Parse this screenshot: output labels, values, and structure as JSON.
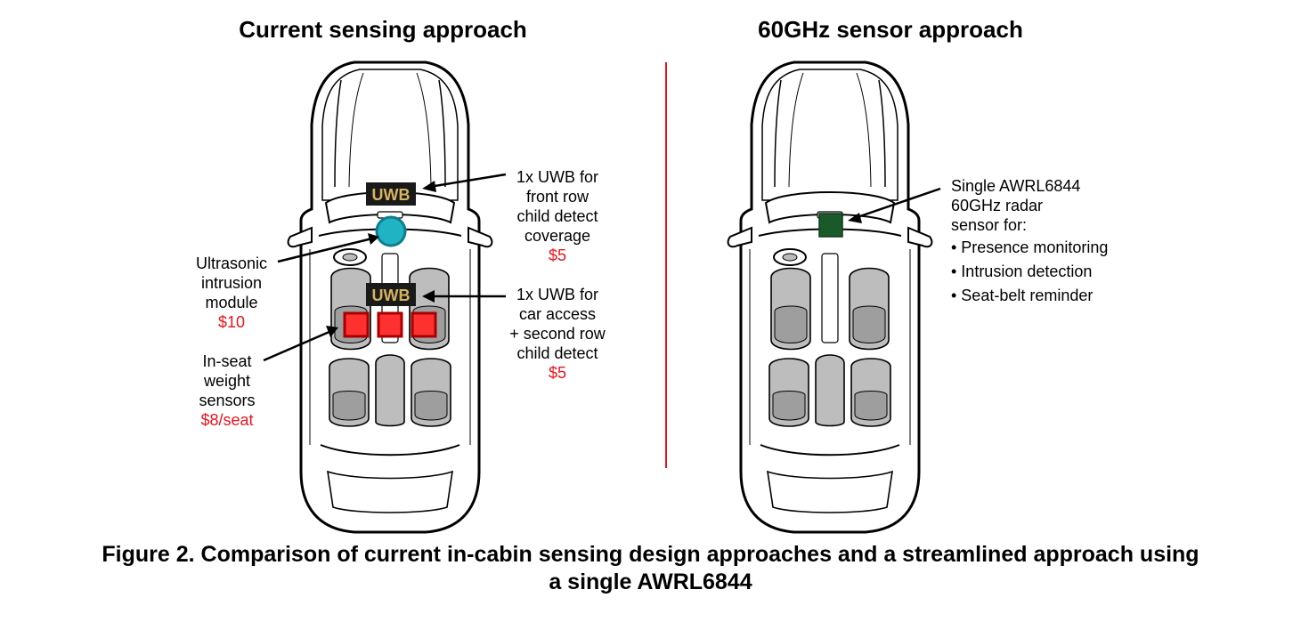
{
  "left_panel": {
    "title": "Current sensing approach",
    "uwb_badge": "UWB",
    "ultrasonic": {
      "l1": "Ultrasonic",
      "l2": "intrusion",
      "l3": "module",
      "cost": "$10"
    },
    "weight": {
      "l1": "In-seat",
      "l2": "weight",
      "l3": "sensors",
      "cost": "$8/seat"
    },
    "uwb_front": {
      "l1": "1x UWB for",
      "l2": "front row",
      "l3": "child detect",
      "l4": "coverage",
      "cost": "$5"
    },
    "uwb_access": {
      "l1": "1x UWB for",
      "l2": "car access",
      "l3": "+ second row",
      "l4": "child detect",
      "cost": "$5"
    }
  },
  "right_panel": {
    "title": "60GHz sensor approach",
    "radar": {
      "l1": "Single AWRL6844",
      "l2": "60GHz radar",
      "l3": "sensor for:",
      "items": [
        "• Presence monitoring",
        "• Intrusion detection",
        "• Seat-belt reminder"
      ]
    }
  },
  "caption": {
    "line1": "Figure 2. Comparison of current in-cabin sensing design approaches and a streamlined approach using",
    "line2": "a single AWRL6844"
  },
  "colors": {
    "cost": "#e8141c",
    "divider": "#e8141c",
    "ultrasonic": "#1fb3c4",
    "weight_sensor": "#d81c1c",
    "radar": "#1a5a2a",
    "uwb_text": "#d6b45e"
  }
}
